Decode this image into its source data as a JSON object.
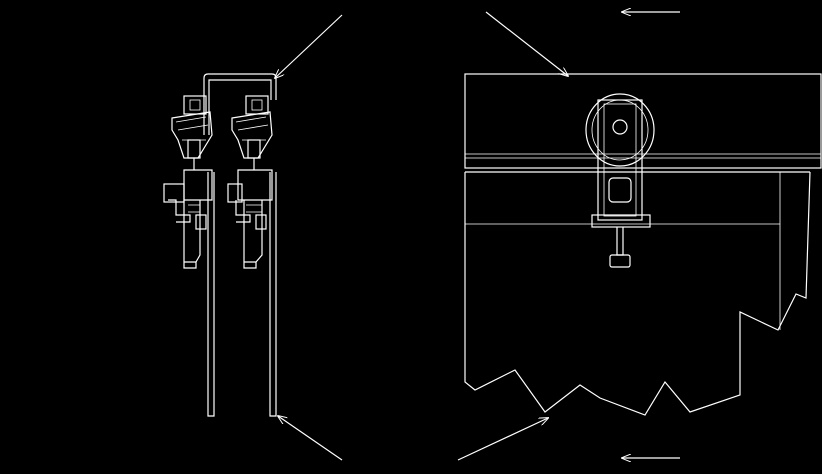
{
  "drawing": {
    "background": "#000000",
    "line_color": "#ffffff",
    "views": [
      "section-view",
      "front-view"
    ],
    "leader_arrows": [
      {
        "name": "top-left-leader"
      },
      {
        "name": "top-middle-leader"
      },
      {
        "name": "top-right-direction-arrow"
      },
      {
        "name": "bottom-left-leader"
      },
      {
        "name": "bottom-middle-leader"
      },
      {
        "name": "bottom-right-direction-arrow"
      }
    ]
  }
}
